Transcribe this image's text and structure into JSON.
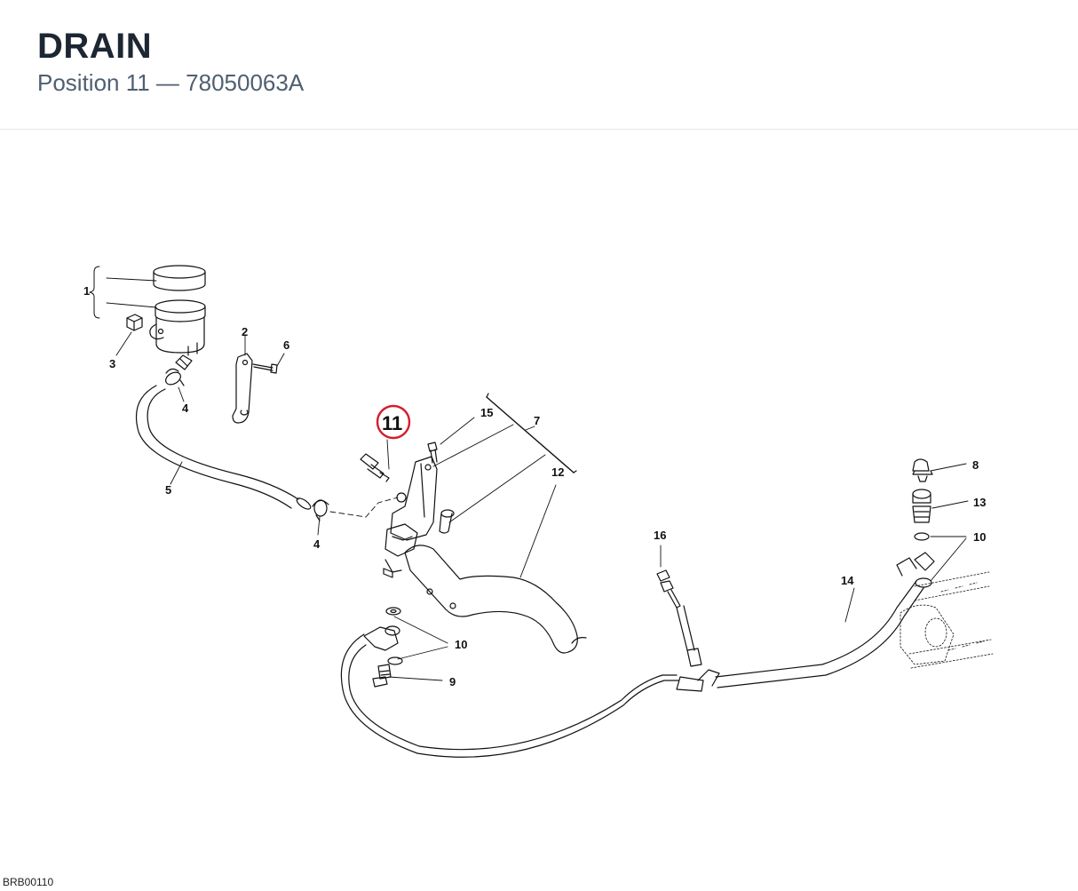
{
  "header": {
    "title": "DRAIN",
    "subtitle": "Position 11 — 78050063A"
  },
  "diagram": {
    "highlight_label": "11",
    "highlight_color": "#d21f2b",
    "callouts": [
      "1",
      "2",
      "3",
      "4",
      "4",
      "5",
      "6",
      "7",
      "8",
      "9",
      "10",
      "10",
      "12",
      "13",
      "14",
      "15",
      "16"
    ]
  },
  "footer": {
    "code": "BRB00110"
  }
}
